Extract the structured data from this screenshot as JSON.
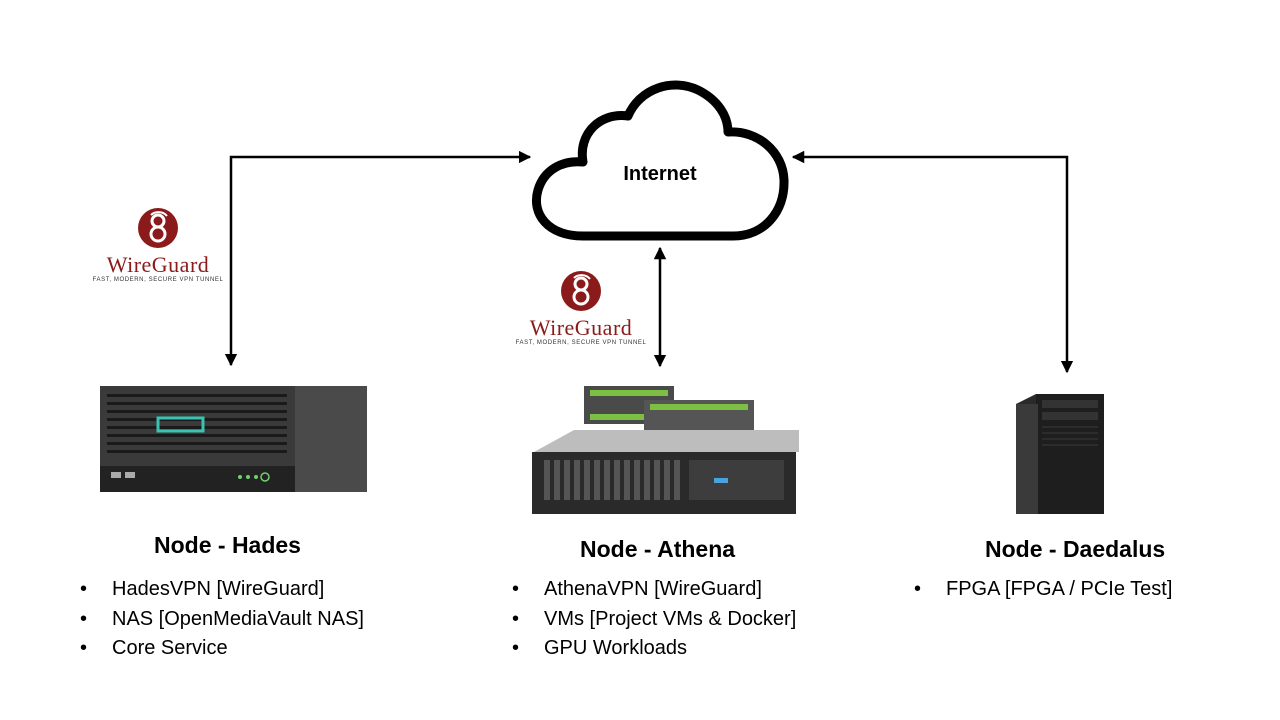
{
  "internet": {
    "label": "Internet"
  },
  "wireguard_logo": {
    "wordmark": "WireGuard",
    "tagline": "FAST, MODERN, SECURE VPN TUNNEL"
  },
  "nodes": [
    {
      "title": "Node - Hades",
      "services": [
        "HadesVPN [WireGuard]",
        "NAS [OpenMediaVault NAS]",
        "Core Service"
      ]
    },
    {
      "title": "Node - Athena",
      "services": [
        "AthenaVPN [WireGuard]",
        "VMs [Project VMs & Docker]",
        "GPU Workloads"
      ]
    },
    {
      "title": "Node - Daedalus",
      "services": [
        "FPGA [FPGA / PCIe Test]"
      ]
    }
  ],
  "colors": {
    "wireguard_red": "#8b1a1a",
    "led_teal": "#39c3b0",
    "gpu_green": "#7bc043"
  }
}
